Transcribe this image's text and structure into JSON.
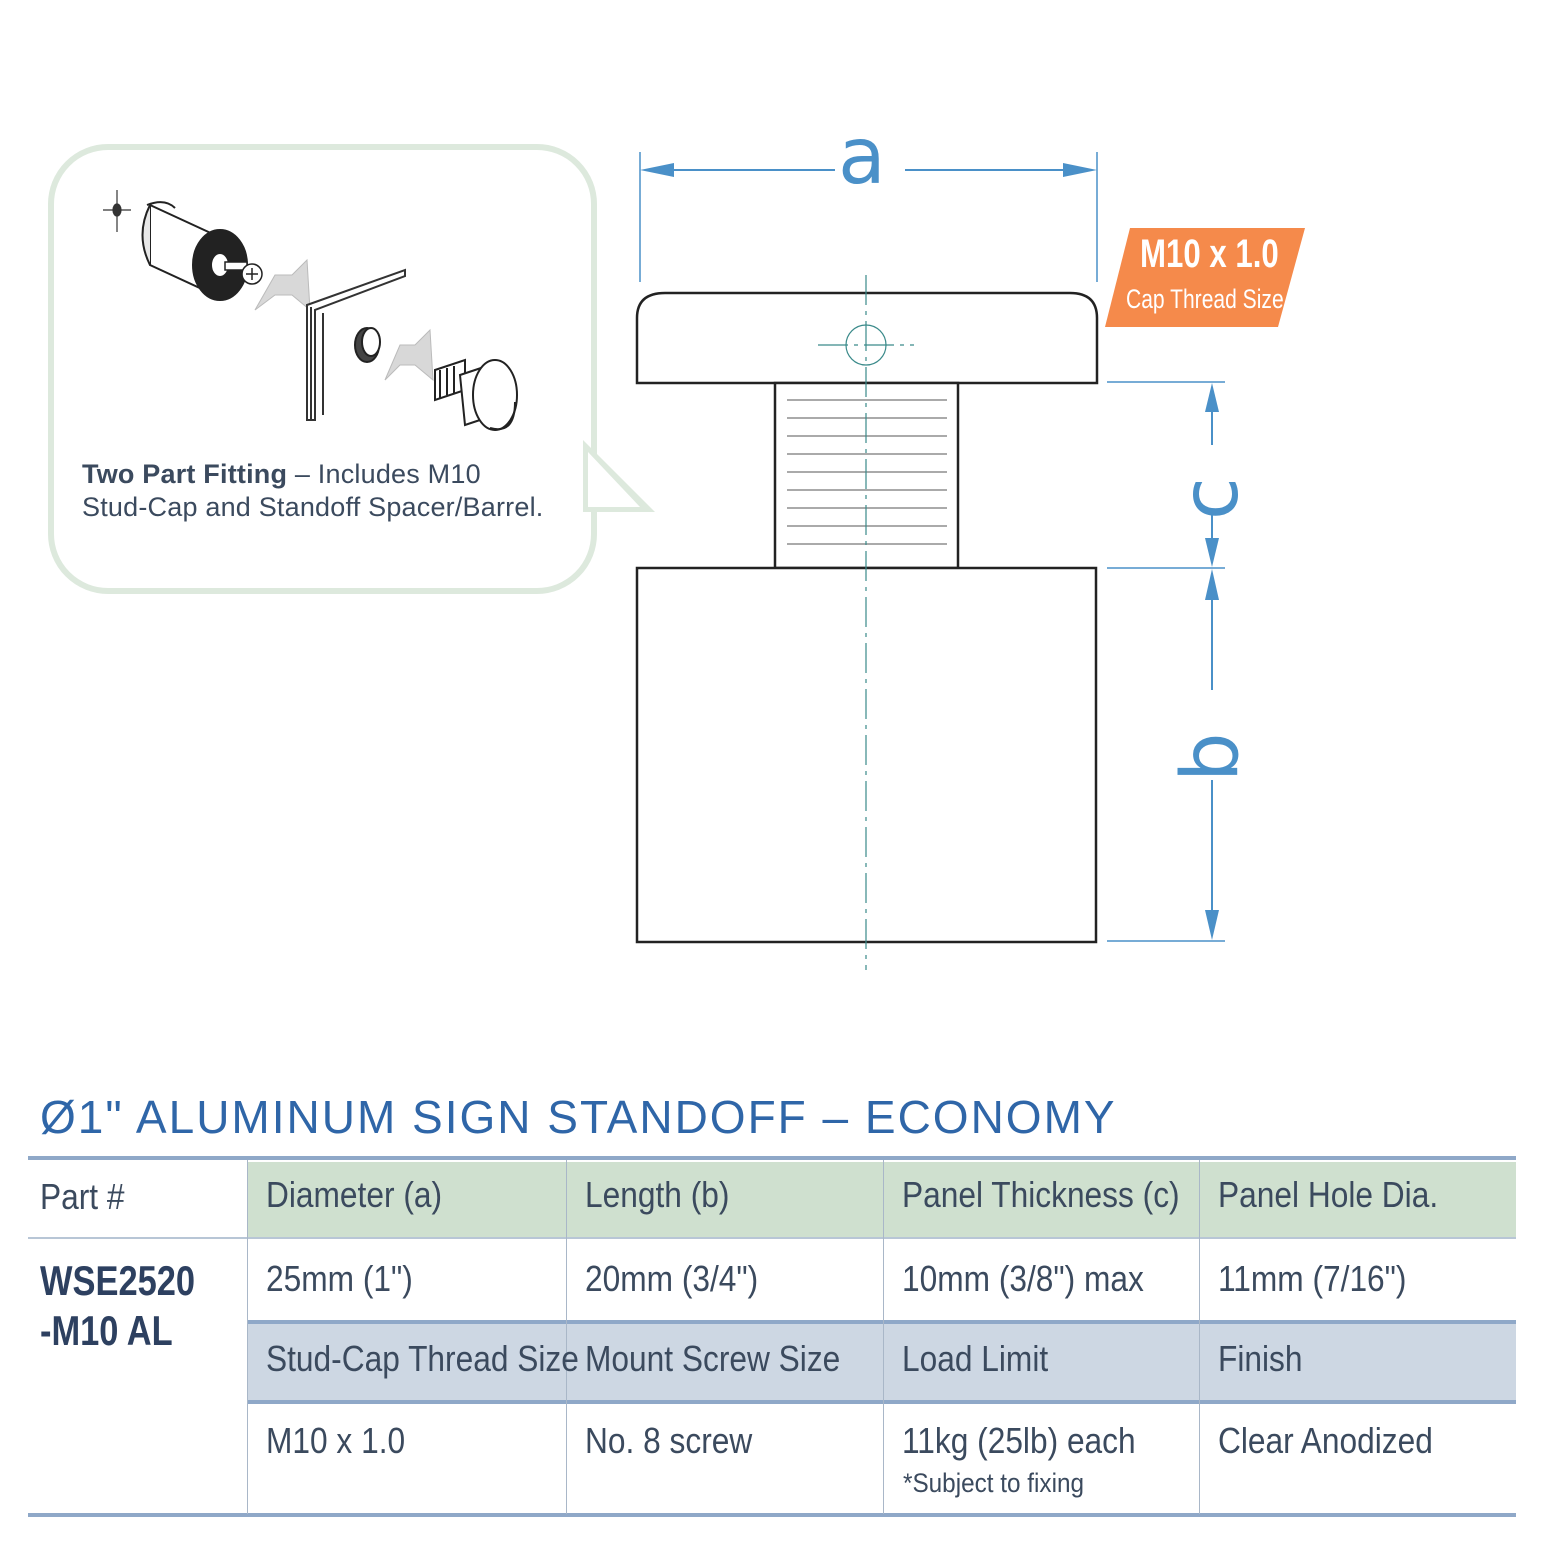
{
  "callout": {
    "bold_text": "Two Part Fitting",
    "text_line1": " – Includes M10",
    "text_line2": "Stud-Cap and Standoff Spacer/Barrel."
  },
  "dimensions": {
    "a": "a",
    "b": "b",
    "c": "c"
  },
  "badge": {
    "title": "M10 x 1.0",
    "subtitle": "Cap Thread Size",
    "color": "#f58a4b"
  },
  "product_title": "Ø1\" ALUMINUM SIGN STANDOFF – ECONOMY",
  "table": {
    "part_label": "Part #",
    "part_number_line1": "WSE2520",
    "part_number_line2": "-M10 AL",
    "row1_headers": [
      "Diameter (a)",
      "Length (b)",
      "Panel Thickness (c)",
      "Panel Hole Dia."
    ],
    "row1_values": [
      "25mm (1\")",
      "20mm (3/4\")",
      "10mm (3/8\") max",
      "11mm (7/16\")"
    ],
    "row2_headers": [
      "Stud-Cap Thread Size",
      "Mount Screw Size",
      "Load Limit",
      "Finish"
    ],
    "row2_values": [
      "M10 x 1.0",
      "No. 8 screw",
      "11kg (25lb) each",
      "Clear Anodized"
    ],
    "load_note": "*Subject to fixing"
  },
  "colors": {
    "accent_blue": "#4a90c8",
    "title_blue": "#2f66a8",
    "header_green": "#cfe0cf",
    "header_blue": "#cdd7e3",
    "callout_border": "#dde9dd"
  }
}
